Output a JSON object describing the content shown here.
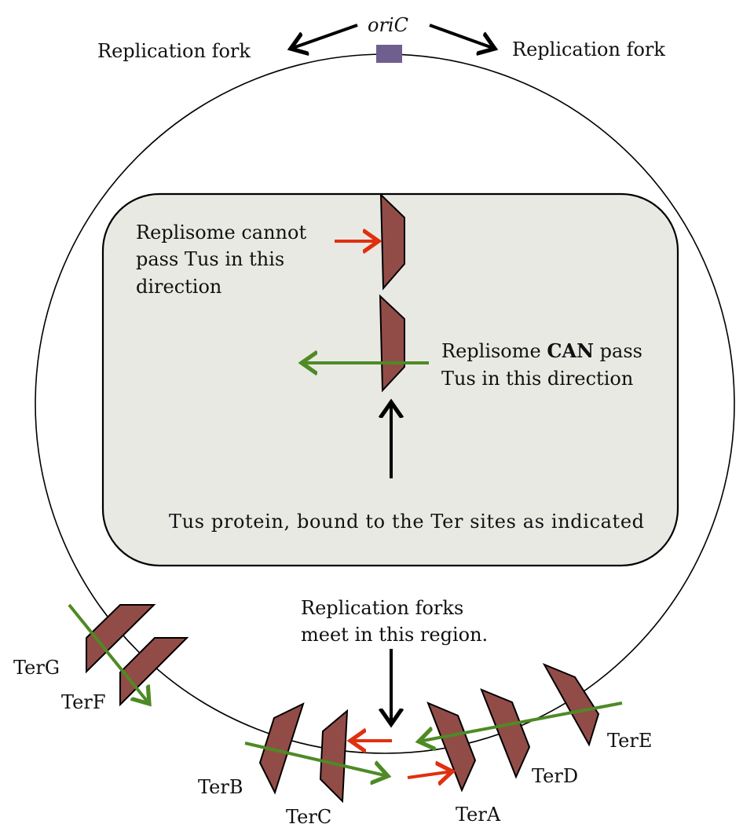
{
  "colors": {
    "tus": "#924c47",
    "origin": "#6e5f8e",
    "can_pass": "#4e8a25",
    "blocked": "#e0300f",
    "black": "#000000",
    "box_fill": "#e9e9e4"
  },
  "labels": {
    "origin": "oriC",
    "fork_left": "Replication fork",
    "fork_right": "Replication fork",
    "meet_line1": "Replication forks",
    "meet_line2": "meet in this region."
  },
  "legend": {
    "cannot_line1": "Replisome cannot",
    "cannot_line2": "pass Tus in this",
    "cannot_line3": "direction",
    "can_line1_pre": "Replisome ",
    "can_line1_bold": "CAN",
    "can_line1_post": " pass",
    "can_line2": "Tus in this direction",
    "tus_caption": "Tus protein, bound to the Ter sites as indicated"
  },
  "ter_sites": [
    {
      "name": "TerG"
    },
    {
      "name": "TerF"
    },
    {
      "name": "TerB"
    },
    {
      "name": "TerC"
    },
    {
      "name": "TerA"
    },
    {
      "name": "TerD"
    },
    {
      "name": "TerE"
    }
  ]
}
